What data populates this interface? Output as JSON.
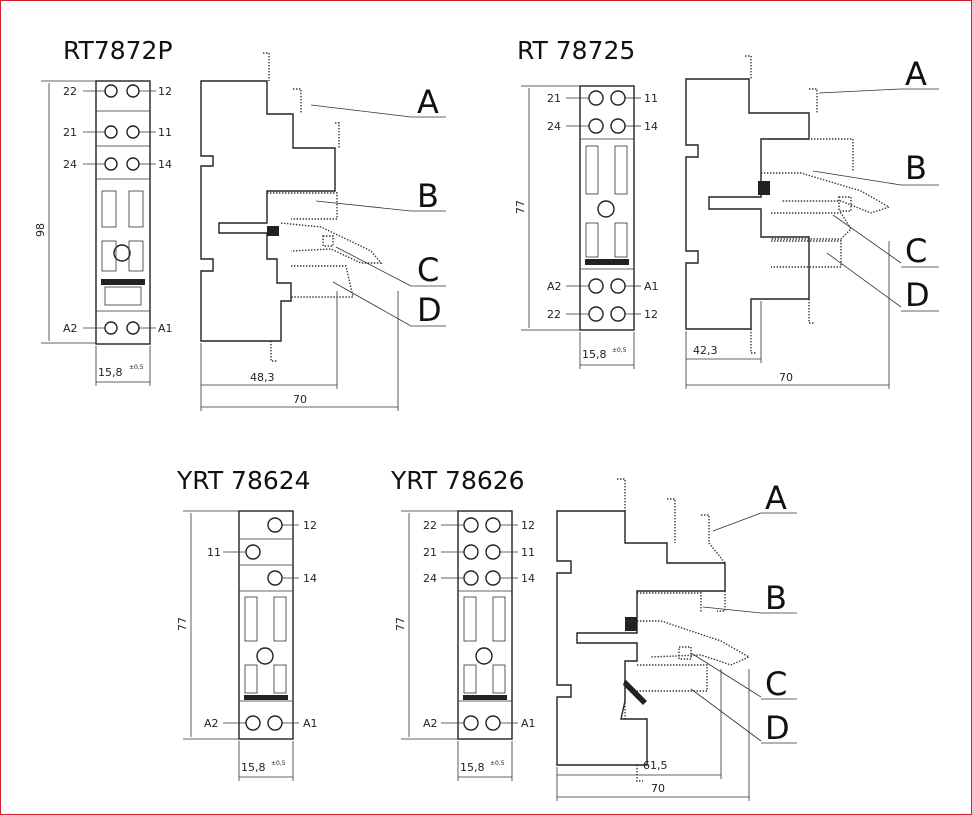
{
  "models": {
    "rt7872p": {
      "name": "RT7872P",
      "terminals": {
        "l1": "22",
        "r1": "12",
        "l2": "21",
        "r2": "11",
        "l3": "24",
        "r3": "14",
        "l4": "A2",
        "r4": "A1"
      },
      "height": "98",
      "width": "15,8",
      "width_tol": "±0,5",
      "depth1": "48,3",
      "depth2": "70"
    },
    "rt78725": {
      "name": "RT 78725",
      "terminals": {
        "l1": "21",
        "r1": "11",
        "l2": "24",
        "r2": "14",
        "l3": "A2",
        "r3": "A1",
        "l4": "22",
        "r4": "12"
      },
      "height": "77",
      "width": "15,8",
      "width_tol": "±0,5",
      "depth1": "42,3",
      "depth2": "70"
    },
    "yrt78624": {
      "name": "YRT 78624",
      "terminals": {
        "r1": "12",
        "l2": "11",
        "r3": "14",
        "l4": "A2",
        "r4": "A1"
      },
      "height": "77",
      "width": "15,8",
      "width_tol": "±0,5"
    },
    "yrt78626": {
      "name": "YRT 78626",
      "terminals": {
        "l1": "22",
        "r1": "12",
        "l2": "21",
        "r2": "11",
        "l3": "24",
        "r3": "14",
        "l4": "A2",
        "r4": "A1"
      },
      "height": "77",
      "width": "15,8",
      "width_tol": "±0,5",
      "depth1": "61,5",
      "depth2": "70"
    }
  },
  "callouts": {
    "a": "A",
    "b": "B",
    "c": "C",
    "d": "D"
  },
  "colors": {
    "border": "#d0202a",
    "ink": "#222222"
  }
}
